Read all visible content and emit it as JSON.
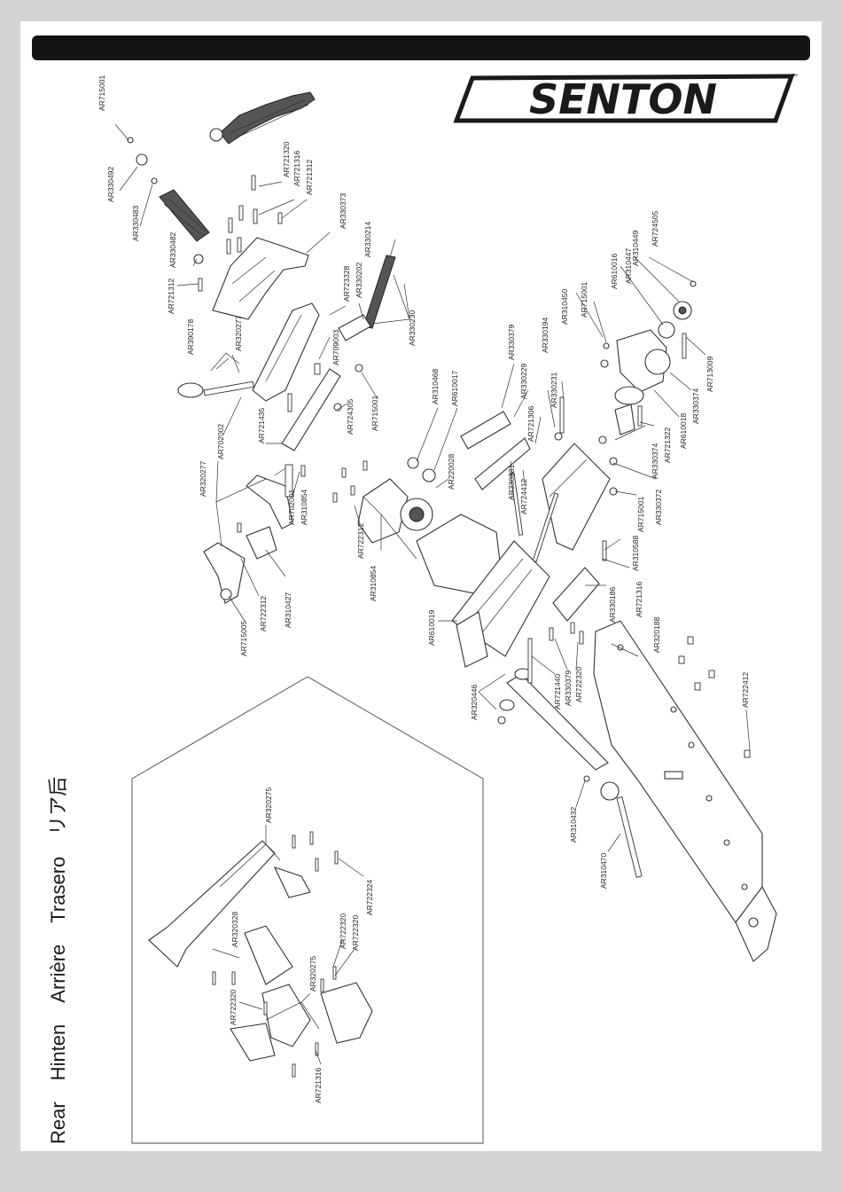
{
  "header": {
    "brand": "SENTON",
    "tm": "™"
  },
  "section_title": {
    "en": "Rear",
    "de": "Hinten",
    "fr": "Arrière",
    "es": "Trasero",
    "jp": "リア后"
  },
  "labels": {
    "AR715001_a": "AR715001",
    "AR330492": "AR330492",
    "AR330483": "AR330483",
    "AR330482": "AR330482",
    "AR721312_a": "AR721312",
    "AR721320_a": "AR721320",
    "AR721316_a": "AR721316",
    "AR721312_b": "AR721312",
    "AR330373": "AR330373",
    "AR723328": "AR723328",
    "AR330202": "AR330202",
    "AR330214": "AR330214",
    "AR330230": "AR330230",
    "AR709003": "AR709003",
    "AR390178": "AR390178",
    "AR320277_a": "AR320277",
    "AR702002": "AR702002",
    "AR721435": "AR721435",
    "AR724305": "AR724305",
    "AR715001_b": "AR715001",
    "AR310468": "AR310468",
    "AR610017": "AR610017",
    "AR330379_a": "AR330379",
    "AR330229": "AR330229",
    "AR721306": "AR721306",
    "AR330194": "AR330194",
    "AR310450": "AR310450",
    "AR715001_c": "AR715001",
    "AR610016": "AR610016",
    "AR310447": "AR310447",
    "AR310449": "AR310449",
    "AR724505": "AR724505",
    "AR713009": "AR713009",
    "AR330374_a": "AR330374",
    "AR610018": "AR610018",
    "AR721322": "AR721322",
    "AR330231": "AR330231",
    "AR320277_b": "AR320277",
    "AR702001": "AR702001",
    "AR310854_a": "AR310854",
    "AR220028": "AR220028",
    "AR330381": "AR330381",
    "AR724412": "AR724412",
    "AR330374_b": "AR330374",
    "AR330372": "AR330372",
    "AR715001_d": "AR715001",
    "AR722312_a": "AR722312",
    "AR310854_b": "AR310854",
    "AR310588": "AR310588",
    "AR721316_b": "AR721316",
    "AR330186": "AR330186",
    "AR320188": "AR320188",
    "AR722312_b": "AR722312",
    "AR310427": "AR310427",
    "AR715005": "AR715005",
    "AR610019": "AR610019",
    "AR721440": "AR721440",
    "AR330379_b": "AR330379",
    "AR722320_a": "AR722320",
    "AR320446": "AR320446",
    "AR722412": "AR722412",
    "AR310432": "AR310432",
    "AR310470": "AR310470",
    "AR320275_a": "AR320275",
    "AR722324": "AR722324",
    "AR320328": "AR320328",
    "AR722320_b": "AR722320",
    "AR722320_c": "AR722320",
    "AR320275_b": "AR320275",
    "AR722320_d": "AR722320",
    "AR721316_c": "AR721316"
  }
}
